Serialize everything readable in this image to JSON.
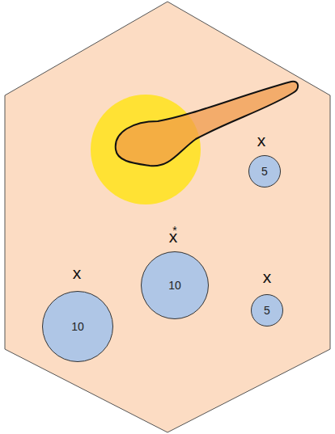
{
  "diagram": {
    "nodes": [
      {
        "text": [
          "5"
        ]
      },
      {
        "text": [
          "10"
        ]
      },
      {
        "text": [
          "10"
        ]
      },
      {
        "text": [
          "5"
        ]
      }
    ],
    "labels": [
      "x",
      "*",
      "x",
      "x",
      "x"
    ]
  }
}
